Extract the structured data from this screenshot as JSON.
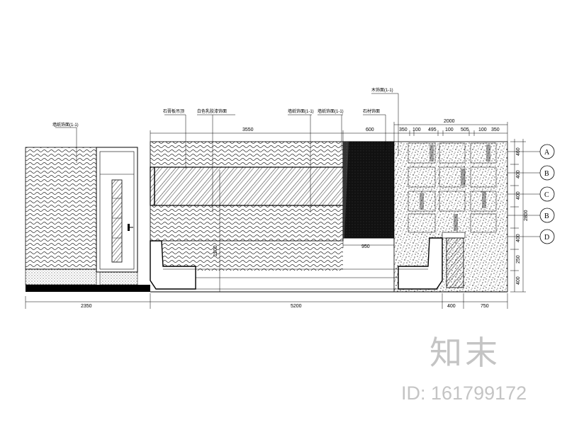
{
  "drawing": {
    "callouts": {
      "left_wall": "墙纸饰面(1-1)",
      "ceiling_a": "石膏板吊顶",
      "ceiling_b": "白色乳胶漆饰面",
      "panel_a": "墙纸饰面(1-1)",
      "panel_b": "墙纸饰面(1-1)",
      "stone_wall": "石材饰面",
      "top_right": "木饰面(1-1)"
    },
    "dimensions": {
      "top_3550": "3550",
      "top_600": "600",
      "top_2000": "2000",
      "sub_350a": "350",
      "sub_350b": "350",
      "sub_100a": "100",
      "sub_495": "495",
      "sub_100b": "100",
      "sub_505": "505",
      "sub_100c": "100",
      "mid_950": "950",
      "mid_1500": "1500",
      "bot_2350": "2350",
      "bot_5200": "5200",
      "bot_400": "400",
      "bot_750": "750",
      "right_460": "460",
      "right_400a": "400",
      "right_400b": "400",
      "right_2800": "2800",
      "right_400c": "400",
      "right_400d": "400",
      "right_250": "250"
    },
    "axis_markers": [
      "A",
      "B",
      "C",
      "B",
      "D"
    ]
  },
  "watermark": {
    "logo_text": "知末",
    "id_text": "ID: 161799172"
  }
}
